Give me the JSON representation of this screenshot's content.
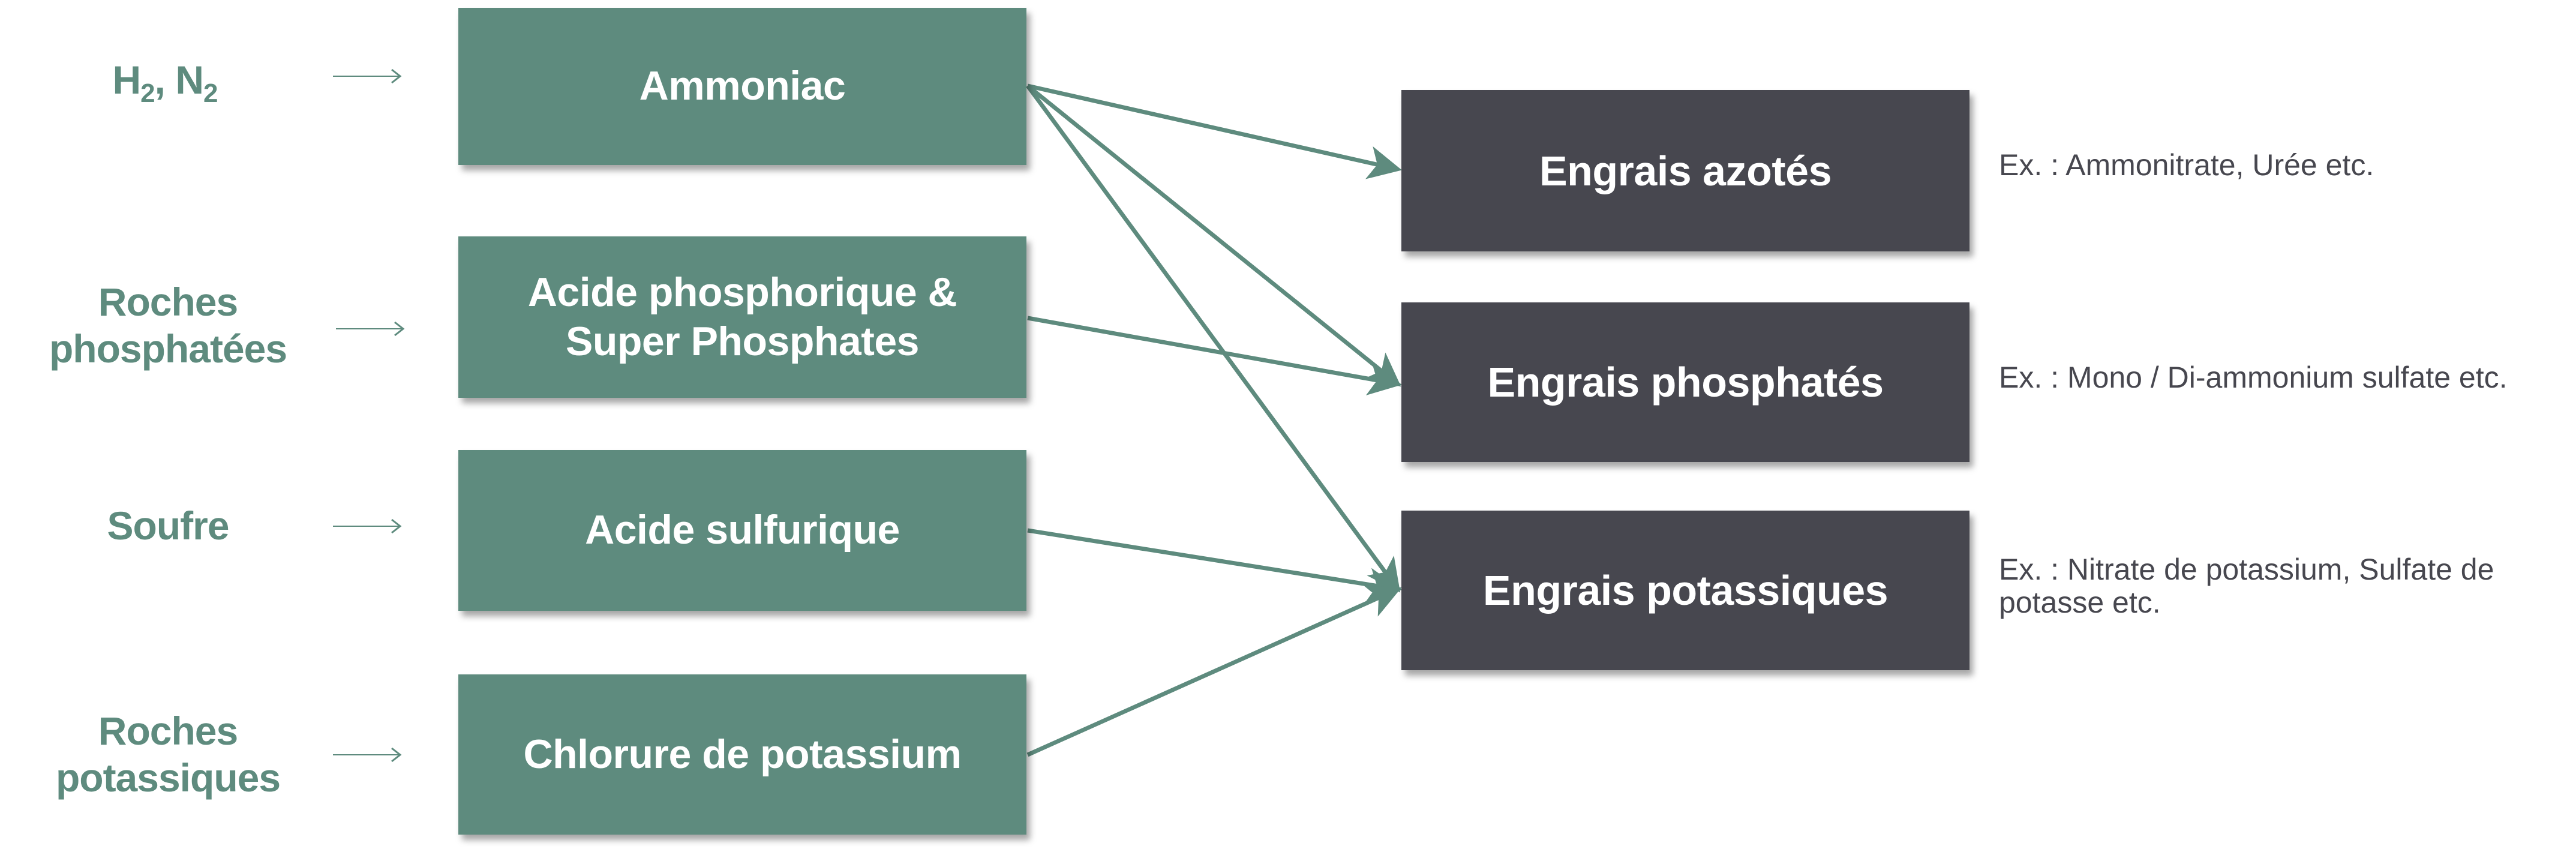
{
  "colors": {
    "process_box": "#5e8b7e",
    "fertilizer_box": "#47474f",
    "arrow": "#5e8b7e",
    "source_text": "#5e8b7e",
    "example_text": "#47474f"
  },
  "sources": [
    {
      "id": "h2n2",
      "label_parts": [
        "H",
        "2",
        ", N",
        "2"
      ],
      "label": "H2, N2"
    },
    {
      "id": "roches_phos",
      "label_line1": "Roches",
      "label_line2": "phosphatées"
    },
    {
      "id": "soufre",
      "label": "Soufre"
    },
    {
      "id": "roches_pot",
      "label_line1": "Roches",
      "label_line2": "potassiques"
    }
  ],
  "intermediates": [
    {
      "id": "ammoniac",
      "label_line1": "Ammoniac",
      "label_line2": ""
    },
    {
      "id": "acide_phos",
      "label_line1": "Acide phosphorique &",
      "label_line2": "Super Phosphates"
    },
    {
      "id": "acide_sulf",
      "label_line1": "Acide sulfurique",
      "label_line2": ""
    },
    {
      "id": "kcl",
      "label_line1": "Chlorure de potassium",
      "label_line2": ""
    }
  ],
  "fertilizers": [
    {
      "id": "azotes",
      "label": "Engrais azotés",
      "example": "Ex. : Ammonitrate, Urée etc."
    },
    {
      "id": "phosphates",
      "label": "Engrais phosphatés",
      "example": "Ex. : Mono / Di-ammonium sulfate etc."
    },
    {
      "id": "potassiques",
      "label": "Engrais potassiques",
      "example_line1": "Ex. : Nitrate de potassium, Sulfate de",
      "example_line2": "potasse etc."
    }
  ],
  "edges": [
    {
      "from": "ammoniac",
      "to": "azotes"
    },
    {
      "from": "ammoniac",
      "to": "phosphates"
    },
    {
      "from": "ammoniac",
      "to": "potassiques"
    },
    {
      "from": "acide_phos",
      "to": "phosphates"
    },
    {
      "from": "acide_sulf",
      "to": "potassiques"
    },
    {
      "from": "kcl",
      "to": "potassiques"
    }
  ]
}
